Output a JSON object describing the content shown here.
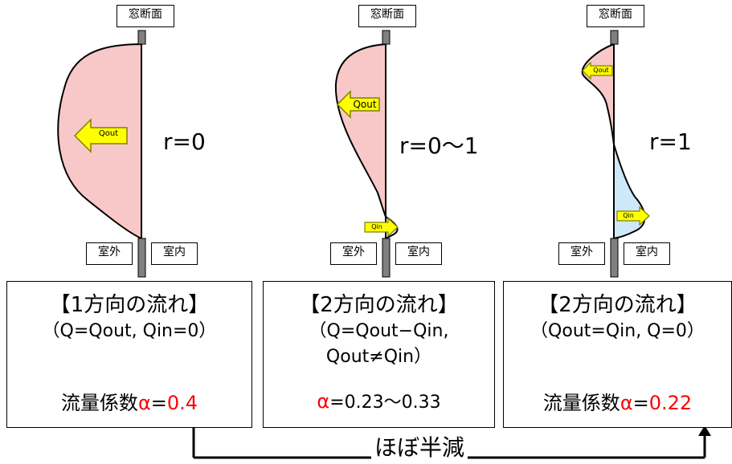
{
  "colors": {
    "outflow": "#f8c8c8",
    "inflow": "#cfe8f7",
    "arrow": "#ffff00",
    "accent": "#ff0000"
  },
  "diagrams": [
    {
      "window_label": "窓断面",
      "outside_label": "室外",
      "inside_label": "室内",
      "r_label": "r=0",
      "arrows": [
        {
          "text": "Qout"
        }
      ]
    },
    {
      "window_label": "窓断面",
      "outside_label": "室外",
      "inside_label": "室内",
      "r_label": "r=0〜1",
      "arrows": [
        {
          "text": "Qout"
        },
        {
          "text": "Qin"
        }
      ]
    },
    {
      "window_label": "窓断面",
      "outside_label": "室外",
      "inside_label": "室内",
      "r_label": "r=1",
      "arrows": [
        {
          "text": "Qout"
        },
        {
          "text": "Qin"
        }
      ]
    }
  ],
  "panels": [
    {
      "title": "【1方向の流れ】",
      "line1": "（Q=Qout, Qin=0）",
      "line2": "",
      "coef_prefix": "流量係数",
      "alpha": "α",
      "eq": "=",
      "value": "0.4"
    },
    {
      "title": "【2方向の流れ】",
      "line1": "（Q=Qout−Qin,",
      "line2": "Qout≠Qin）",
      "coef_prefix": "",
      "alpha": "α",
      "eq": "=0.23〜0.33",
      "value": ""
    },
    {
      "title": "【2方向の流れ】",
      "line1": "（Qout=Qin, Q=0）",
      "line2": "",
      "coef_prefix": "流量係数",
      "alpha": "α",
      "eq": "=",
      "value": "0.22"
    }
  ],
  "bracket_label": "ほぼ半減"
}
